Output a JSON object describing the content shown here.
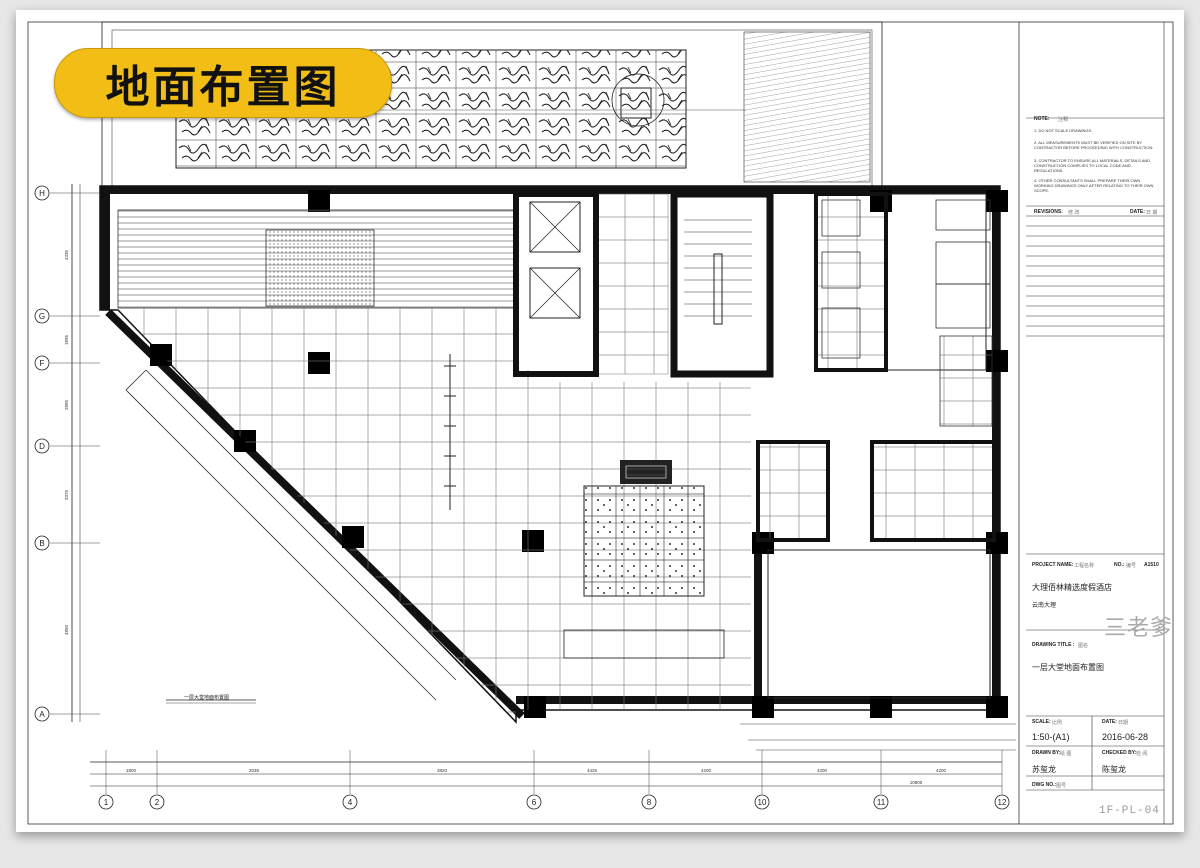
{
  "badge": {
    "title": "地面布置图"
  },
  "grid_rows": [
    "H",
    "G",
    "F",
    "D",
    "B",
    "A"
  ],
  "grid_cols": [
    "1",
    "2",
    "4",
    "6",
    "8",
    "10",
    "11",
    "12"
  ],
  "dims_bottom": [
    "1800",
    "2035",
    "3820",
    "4425",
    "4200",
    "4200",
    "4200",
    "4200"
  ],
  "dims_bottom_total": "10800",
  "dims_left": [
    "4335",
    "1895",
    "2895",
    "3375",
    "4850"
  ],
  "title_block": {
    "notes_label": "NOTE:",
    "notes_cn": "注释",
    "notes": [
      "1. DO NOT SCALE DRAWINGS.",
      "2. ALL MEASUREMENTS MUST BE VERIFIED ON SITE BY CONTRACTOR BEFORE PROCEEDING WITH CONSTRUCTION.",
      "3. CONTRACTOR TO ENSURE ALL MATERIALS, DETAILS AND CONSTRUCTION COMPLIES TO LOCAL CODE AND REGULATIONS.",
      "4. OTHER CONSULTANTS SHALL PREPARE THEIR OWN WORKING DRAWINGS ONLY AFTER RELATING TO THEIR OWN SCOPE."
    ],
    "revisions_label": "REVISIONS:",
    "revisions_cn": "修 改",
    "revisions_date": "DATE:",
    "revisions_date_cn": "日 期",
    "project_label": "PROJECT NAME:",
    "project_label_cn": "工程名称",
    "no_label": "NO.:",
    "no_label_cn": "编号",
    "no_value": "A1510",
    "project_name": "大理佰林精选度假酒店",
    "location": "云南大理",
    "watermark": "三老爹",
    "drawing_title_label": "DRAWING TITLE :",
    "drawing_title_label_cn": "图名",
    "drawing_title": "一层大堂地面布置图",
    "scale_label": "SCALE:",
    "scale_label_cn": "比例",
    "scale": "1:50-(A1)",
    "date_label": "DATE:",
    "date_label_cn": "日期",
    "date": "2016-06-28",
    "drawn_label": "DRAWN BY:",
    "drawn_label_cn": "绘 图",
    "drawn_by": "苏玺龙",
    "checked_label": "CHECKED BY:",
    "checked_label_cn": "检 阅",
    "checked_by": "陈玺龙",
    "dwg_label": "DWG NO.:",
    "dwg_label_cn": "图号",
    "dwg_no": "1F-PL-04"
  },
  "plan_caption": "一层大堂地面布置图"
}
